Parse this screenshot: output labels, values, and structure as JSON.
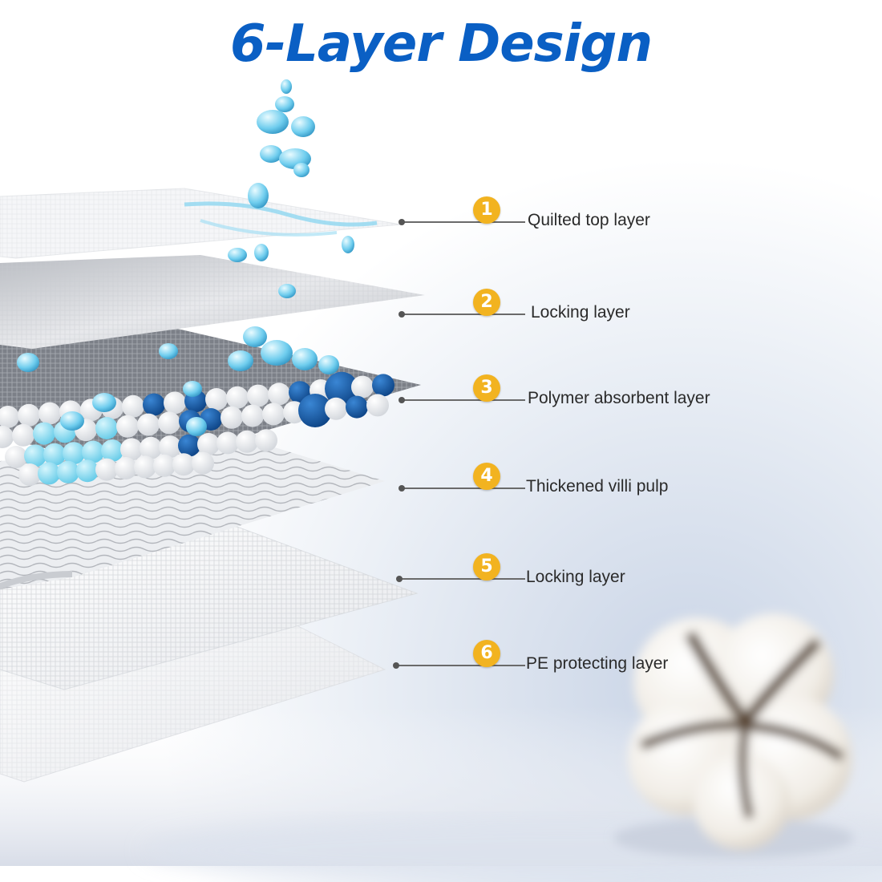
{
  "title": "6-Layer Design",
  "colors": {
    "title": "#0a5fc4",
    "badge": "#f2b320",
    "line": "#6a6a6a",
    "droplet": "#4fc0e8",
    "polymer_dark": "#0d5aa6",
    "polymer_light": "#7fd8ee"
  },
  "layers": [
    {
      "number": "1",
      "label": "Quilted top layer"
    },
    {
      "number": "2",
      "label": "Locking layer"
    },
    {
      "number": "3",
      "label": "Polymer absorbent layer"
    },
    {
      "number": "4",
      "label": "Thickened villi pulp"
    },
    {
      "number": "5",
      "label": "Locking layer"
    },
    {
      "number": "6",
      "label": "PE protecting layer"
    }
  ],
  "illustration": {
    "background": "soft-blur-gradient",
    "decoration": "cotton-boll"
  }
}
